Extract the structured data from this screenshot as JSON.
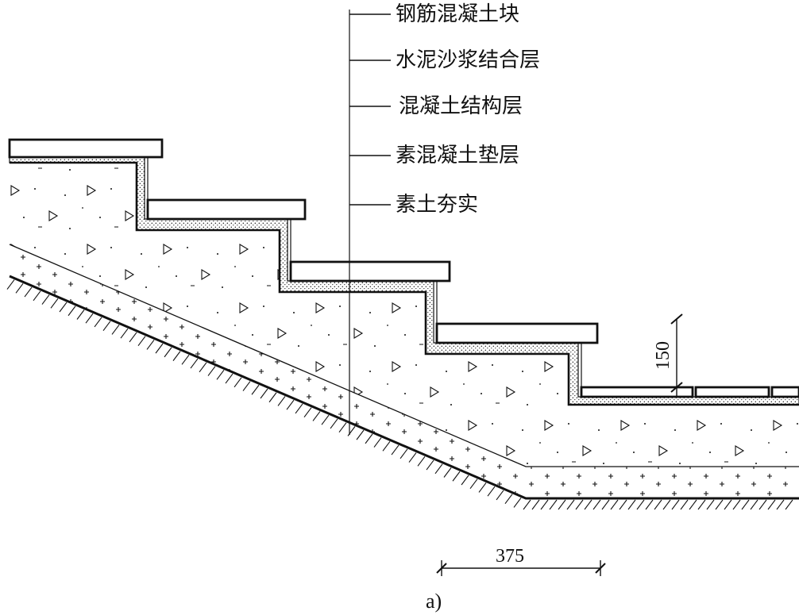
{
  "labels": [
    "钢筋混凝土块",
    "水泥沙浆结合层",
    "混凝土结构层",
    "素混凝土垫层",
    "素土夯实"
  ],
  "dimensions": {
    "riser_height": "150",
    "tread_width": "375"
  },
  "caption": "a)"
}
